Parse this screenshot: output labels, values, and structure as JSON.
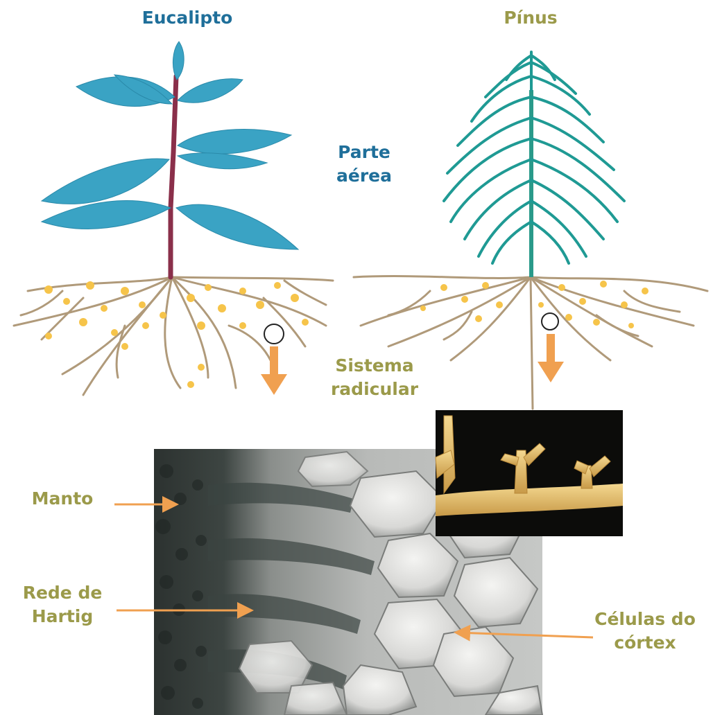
{
  "titles": {
    "left": "Eucalipto",
    "right": "Pínus"
  },
  "center_labels": {
    "aerial_line1": "Parte",
    "aerial_line2": "aérea",
    "root_line1": "Sistema",
    "root_line2": "radicular"
  },
  "micro_labels": {
    "mantle": "Manto",
    "hartig_line1": "Rede de",
    "hartig_line2": "Hartig",
    "cortex_line1": "Células do",
    "cortex_line2": "córtex"
  },
  "colors": {
    "title_blue": "#1f6f9a",
    "label_olive": "#9b9a4a",
    "arrow_orange": "#f0a050",
    "leaf_blue": "#3aa3c4",
    "needle_teal": "#1a8a8a",
    "stem_maroon": "#8a2f4a",
    "root_tan": "#b8a080",
    "fungus_yellow": "#f6c44a"
  }
}
